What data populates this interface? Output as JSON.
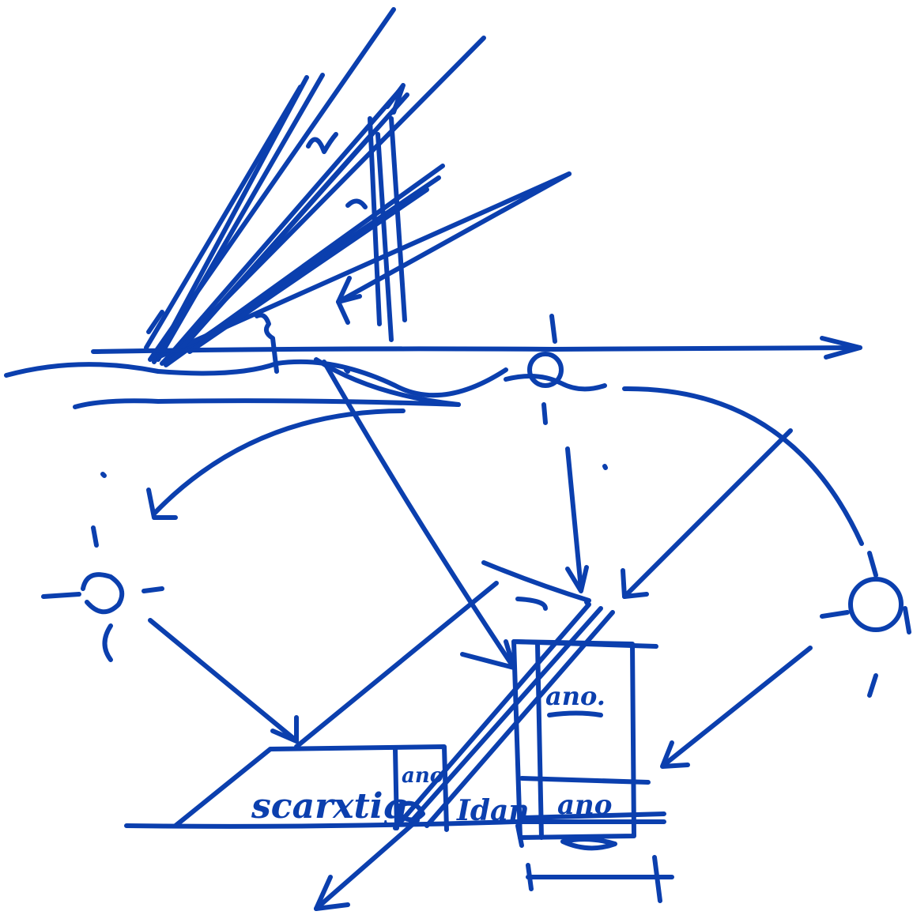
{
  "colors": {
    "ink": "#0b3fae",
    "paper": "#ffffff"
  },
  "labels": {
    "left_box_text": "scarxtig",
    "left_box_small": "ano",
    "mid_text": "Idan",
    "right_box_top": "ano.",
    "right_box_bottom": "ano"
  }
}
